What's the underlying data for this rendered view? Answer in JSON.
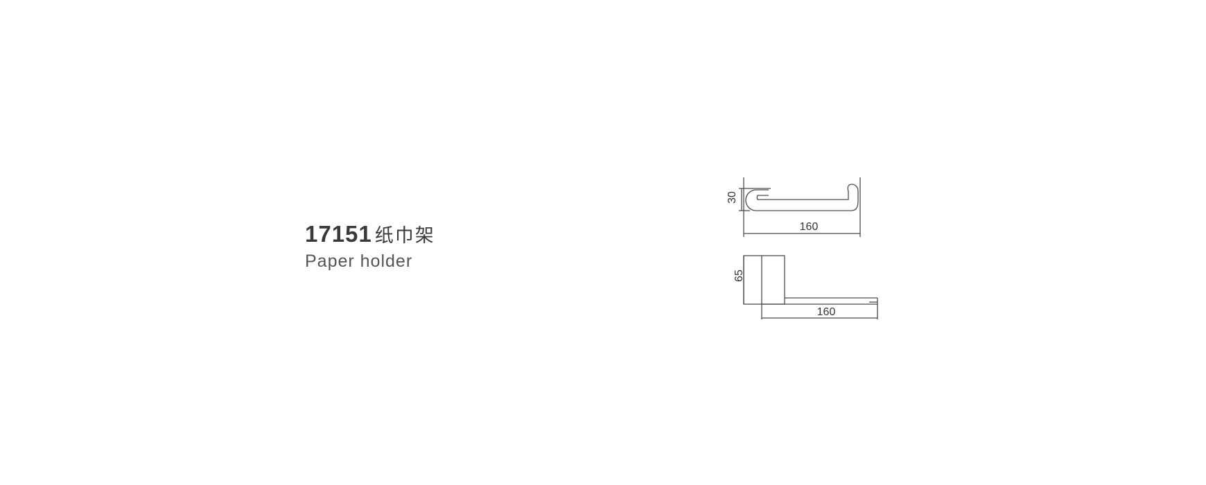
{
  "product": {
    "code": "17151",
    "name_cn": "纸巾架",
    "name_en": "Paper holder"
  },
  "top_view": {
    "height_dimension": "30",
    "width_dimension": "160"
  },
  "side_view": {
    "height_dimension": "65",
    "width_dimension": "160"
  },
  "colors": {
    "line": "#4a4a4a",
    "text": "#3a3a3a"
  }
}
